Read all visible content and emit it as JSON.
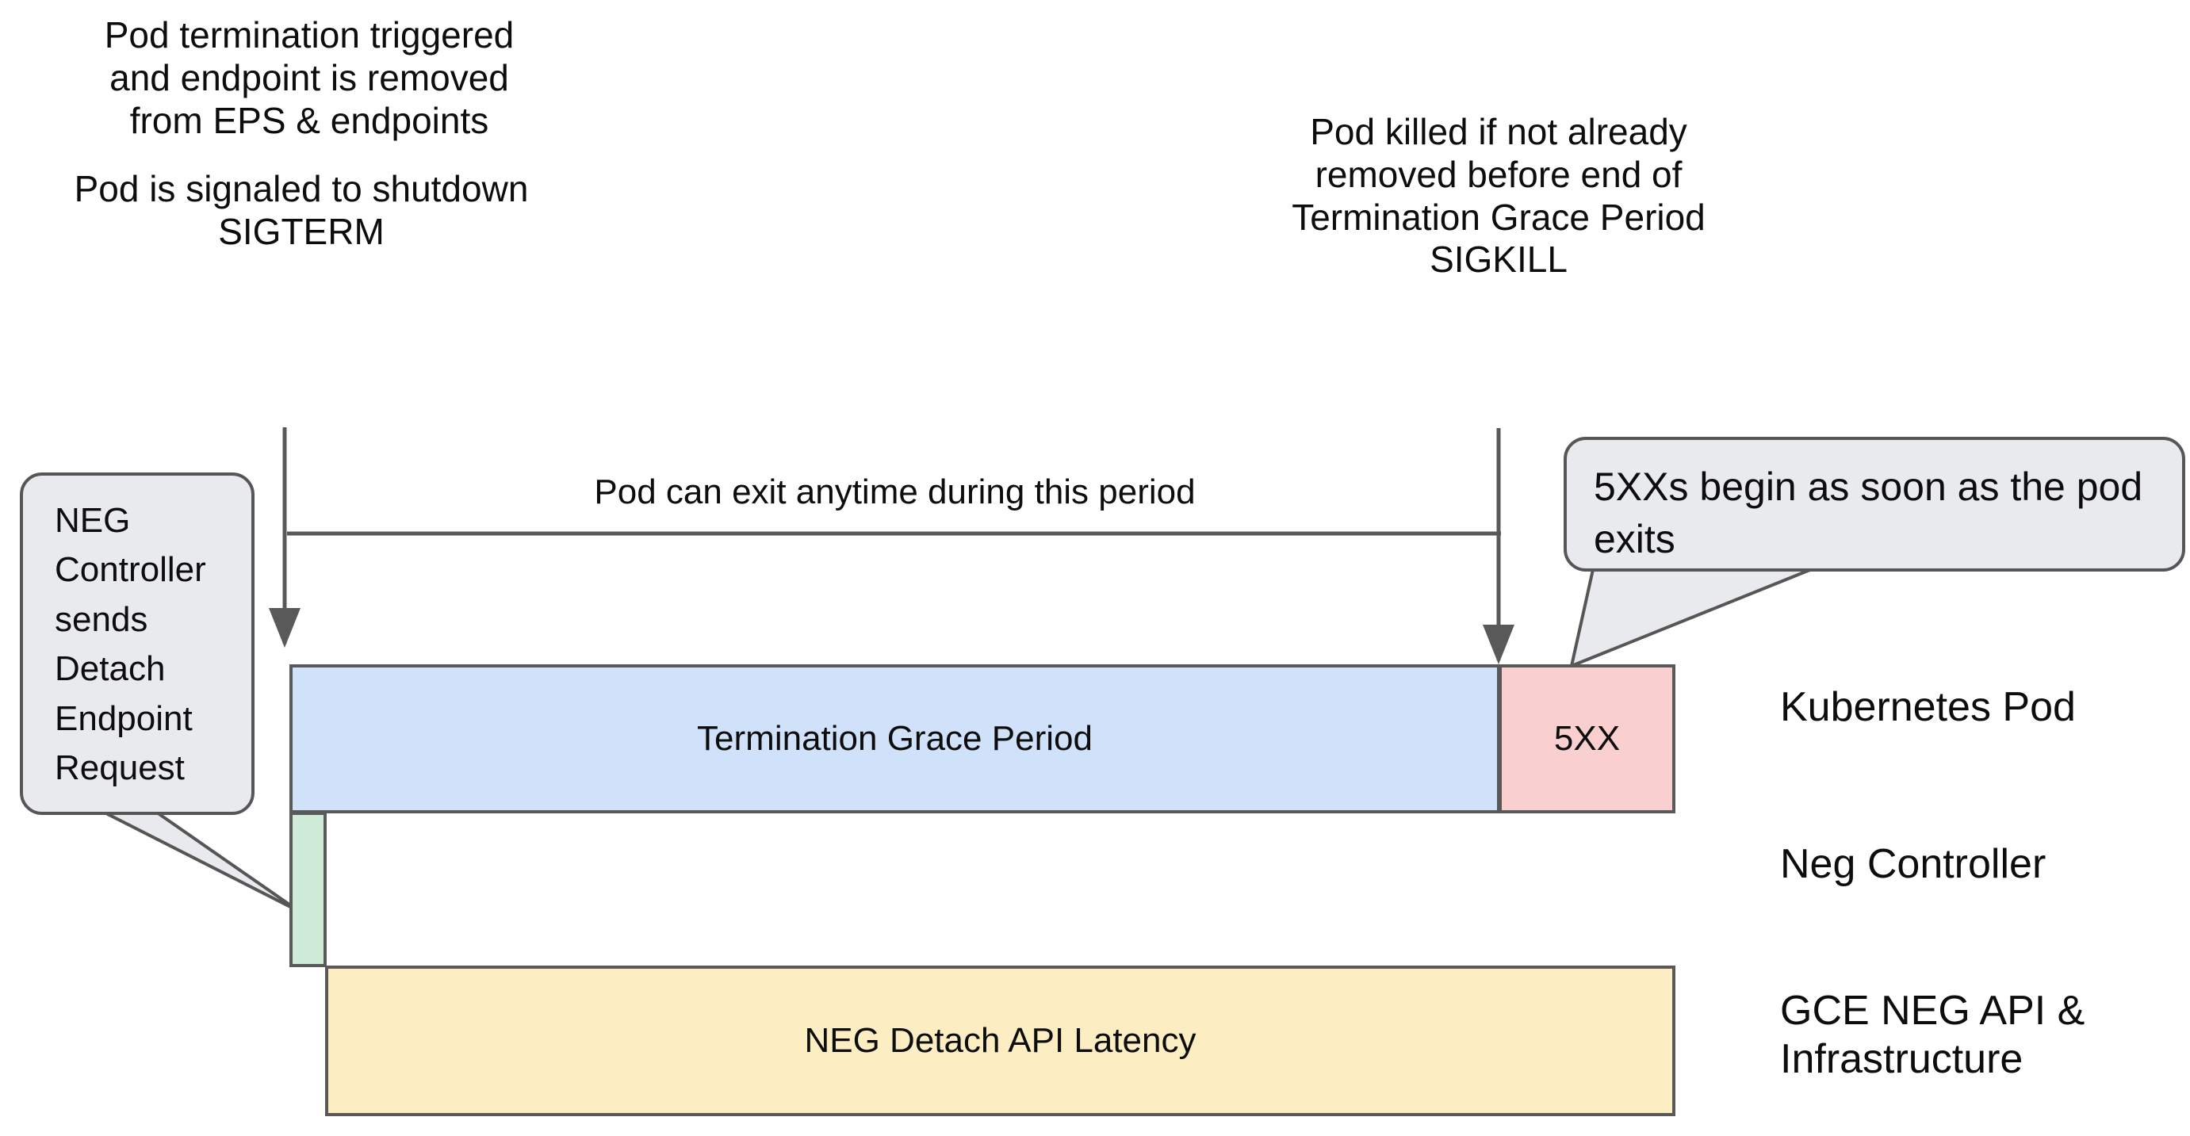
{
  "diagram": {
    "title_notes": {
      "left_top": "Pod termination triggered\nand endpoint is removed\nfrom EPS & endpoints",
      "left_bottom": "Pod is signaled to shutdown\nSIGTERM",
      "right": "Pod killed if not already\nremoved before end of\nTermination Grace Period\nSIGKILL"
    },
    "period_label": "Pod can exit anytime during this period",
    "callouts": {
      "neg_controller": "NEG\nController\nsends\nDetach\nEndpoint\nRequest",
      "five_xx": "5XXs begin as soon as the pod exits"
    },
    "bars": [
      {
        "id": "termination-grace-period",
        "label": "Termination Grace Period",
        "color": "#d0e1fa"
      },
      {
        "id": "five-xx",
        "label": "5XX",
        "color": "#f9cfcf"
      },
      {
        "id": "neg-controller-detach",
        "label": "",
        "color": "#d0ead8"
      },
      {
        "id": "neg-detach-api-latency",
        "label": "NEG Detach API Latency",
        "color": "#fceec2"
      }
    ],
    "row_labels": [
      "Kubernetes Pod",
      "Neg Controller",
      "GCE NEG API &\nInfrastructure"
    ],
    "colors": {
      "blue": "#d0e1fa",
      "pink": "#f9cfcf",
      "green": "#d0ead8",
      "yellow": "#fceec2",
      "callout_bg": "#e8eaed",
      "stroke": "#595959",
      "background": "#ffffff"
    }
  }
}
